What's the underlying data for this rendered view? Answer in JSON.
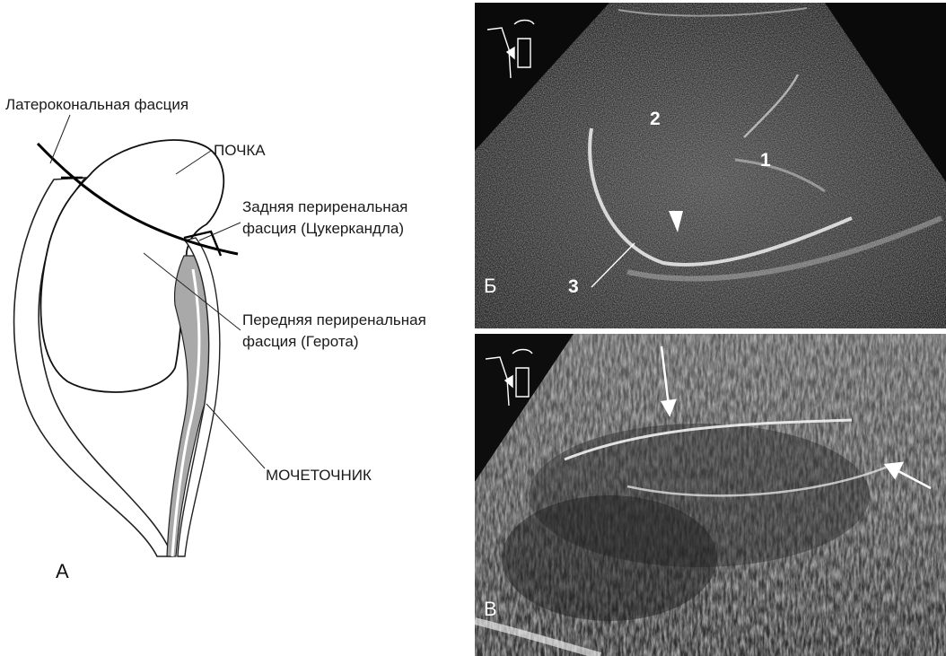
{
  "panel_a": {
    "letter": "А",
    "labels": {
      "lateroconal_fascia": "Латерокональная фасция",
      "kidney": "ПОЧКА",
      "posterior_fascia_line1": "Задняя периренальная",
      "posterior_fascia_line2": "фасция (Цукеркандла)",
      "anterior_fascia_line1": "Передняя периренальная",
      "anterior_fascia_line2": "фасция (Герота)",
      "ureter": "МОЧЕТОЧНИК"
    }
  },
  "panel_b": {
    "letter": "Б",
    "markers": [
      "1",
      "2",
      "3"
    ]
  },
  "panel_c": {
    "letter": "В"
  }
}
